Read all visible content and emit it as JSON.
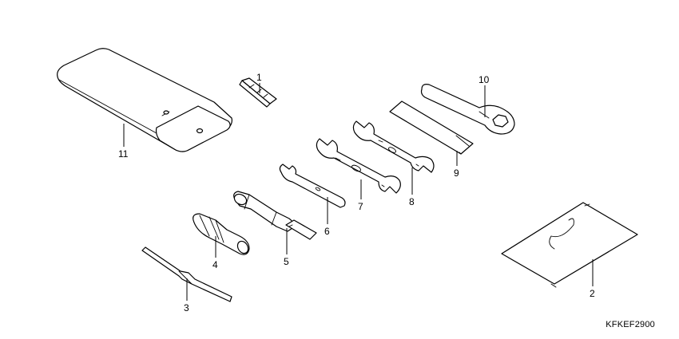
{
  "callouts": [
    "1",
    "2",
    "3",
    "4",
    "5",
    "6",
    "7",
    "8",
    "9",
    "10",
    "11"
  ],
  "diagram_code": "KFKEF2900"
}
